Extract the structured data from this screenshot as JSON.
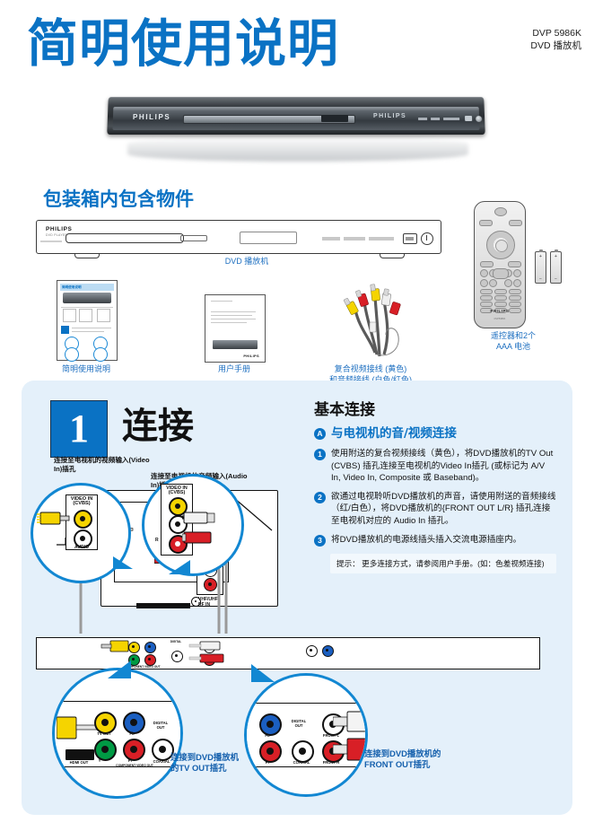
{
  "document": {
    "title": "简明使用说明",
    "model": "DVP 5986K",
    "product_type": "DVD 播放机"
  },
  "box_contents": {
    "heading": "包装箱内包含物件",
    "items": [
      {
        "caption": "DVD 播放机",
        "icon": "dvd-player-icon"
      },
      {
        "caption": "简明使用说明",
        "icon": "quick-start-guide-icon"
      },
      {
        "caption": "用户手册",
        "icon": "user-manual-icon"
      },
      {
        "caption": "复合视频接线 (黄色)\n和音频接线 (白色/红色)",
        "caption_line1": "复合视频接线 (黄色)",
        "caption_line2": "和音频接线 (白色/红色)",
        "icon": "av-cable-icon"
      },
      {
        "caption_line1": "遥控器和2个",
        "caption_line2": "AAA 电池",
        "icon": "remote-control-icon"
      }
    ],
    "booklet_cover_title": "简明使用说明",
    "remote_brand": "PHILIPS",
    "remote_model": "DVP5986K",
    "player_brand": "PHILIPS",
    "player_sub": "DVD PLAYER",
    "battery_plus": "+",
    "battery_minus": "−"
  },
  "connect_section": {
    "step_number": "1",
    "title": "连接",
    "right_heading": "基本连接",
    "sub_badge": "A",
    "sub_heading": "与电视机的音/视频连接",
    "steps": [
      {
        "num": "1",
        "text": "使用附送的复合视频接线（黄色），将DVD播放机的TV Out (CVBS) 插孔连接至电视机的Video In插孔 (或标记为 A/V In, Video In, Composite 或 Baseband)。"
      },
      {
        "num": "2",
        "text": "欲通过电视聆听DVD播放机的声音，请使用附送的音频接线（红/白色），将DVD播放机的{FRONT OUT L/R} 插孔连接至电视机对应的 Audio In 插孔。"
      },
      {
        "num": "3",
        "text": "将DVD播放机的电源线插头插入交流电源插座内。"
      }
    ],
    "tip": "提示： 更多连接方式，请参阅用户手册。(如：色差视频连接)",
    "diagram": {
      "callout_video_in": "连接至电视机的视频输入(Video In)插孔",
      "callout_audio_in": "连接至电视机的音频输入(Audio In)插孔",
      "callout_tv_out_line1": "连接到DVD播放机",
      "callout_tv_out_line2": "的TV OUT插孔",
      "callout_front_out_line1": "连接到DVD播放机的",
      "callout_front_out_line2": "FRONT OUT插孔",
      "tv_jack_video_line1": "VIDEO IN",
      "tv_jack_video_line2": "(CVBS)",
      "tv_jack_audio": "AUDIO",
      "tv_jack_audio_l": "L",
      "tv_jack_audio_r": "R",
      "tv_rf_line1": "VHF/UHF",
      "tv_rf_line2": "RF IN",
      "player_jacks": {
        "tv_out": "TV OUT",
        "pb": "Pb",
        "pr": "Pr",
        "y": "Y",
        "component": "COMPONENT VIDEO OUT",
        "digital_out_line1": "DIGITAL",
        "digital_out_line2": "OUT",
        "coaxial": "COAXIAL",
        "front_l": "FRONT L",
        "front_r": "FRONT R",
        "hdmi": "HDMI OUT"
      }
    }
  },
  "colors": {
    "brand_blue": "#0a72c4",
    "panel_blue": "#e4f0fa",
    "caption_blue": "#1560ad",
    "balloon_blue": "#1287d2",
    "yellow": "#f5d400",
    "red": "#d81f26",
    "white": "#ffffff",
    "green": "#009a44",
    "blue_jack": "#1b5fc1"
  }
}
